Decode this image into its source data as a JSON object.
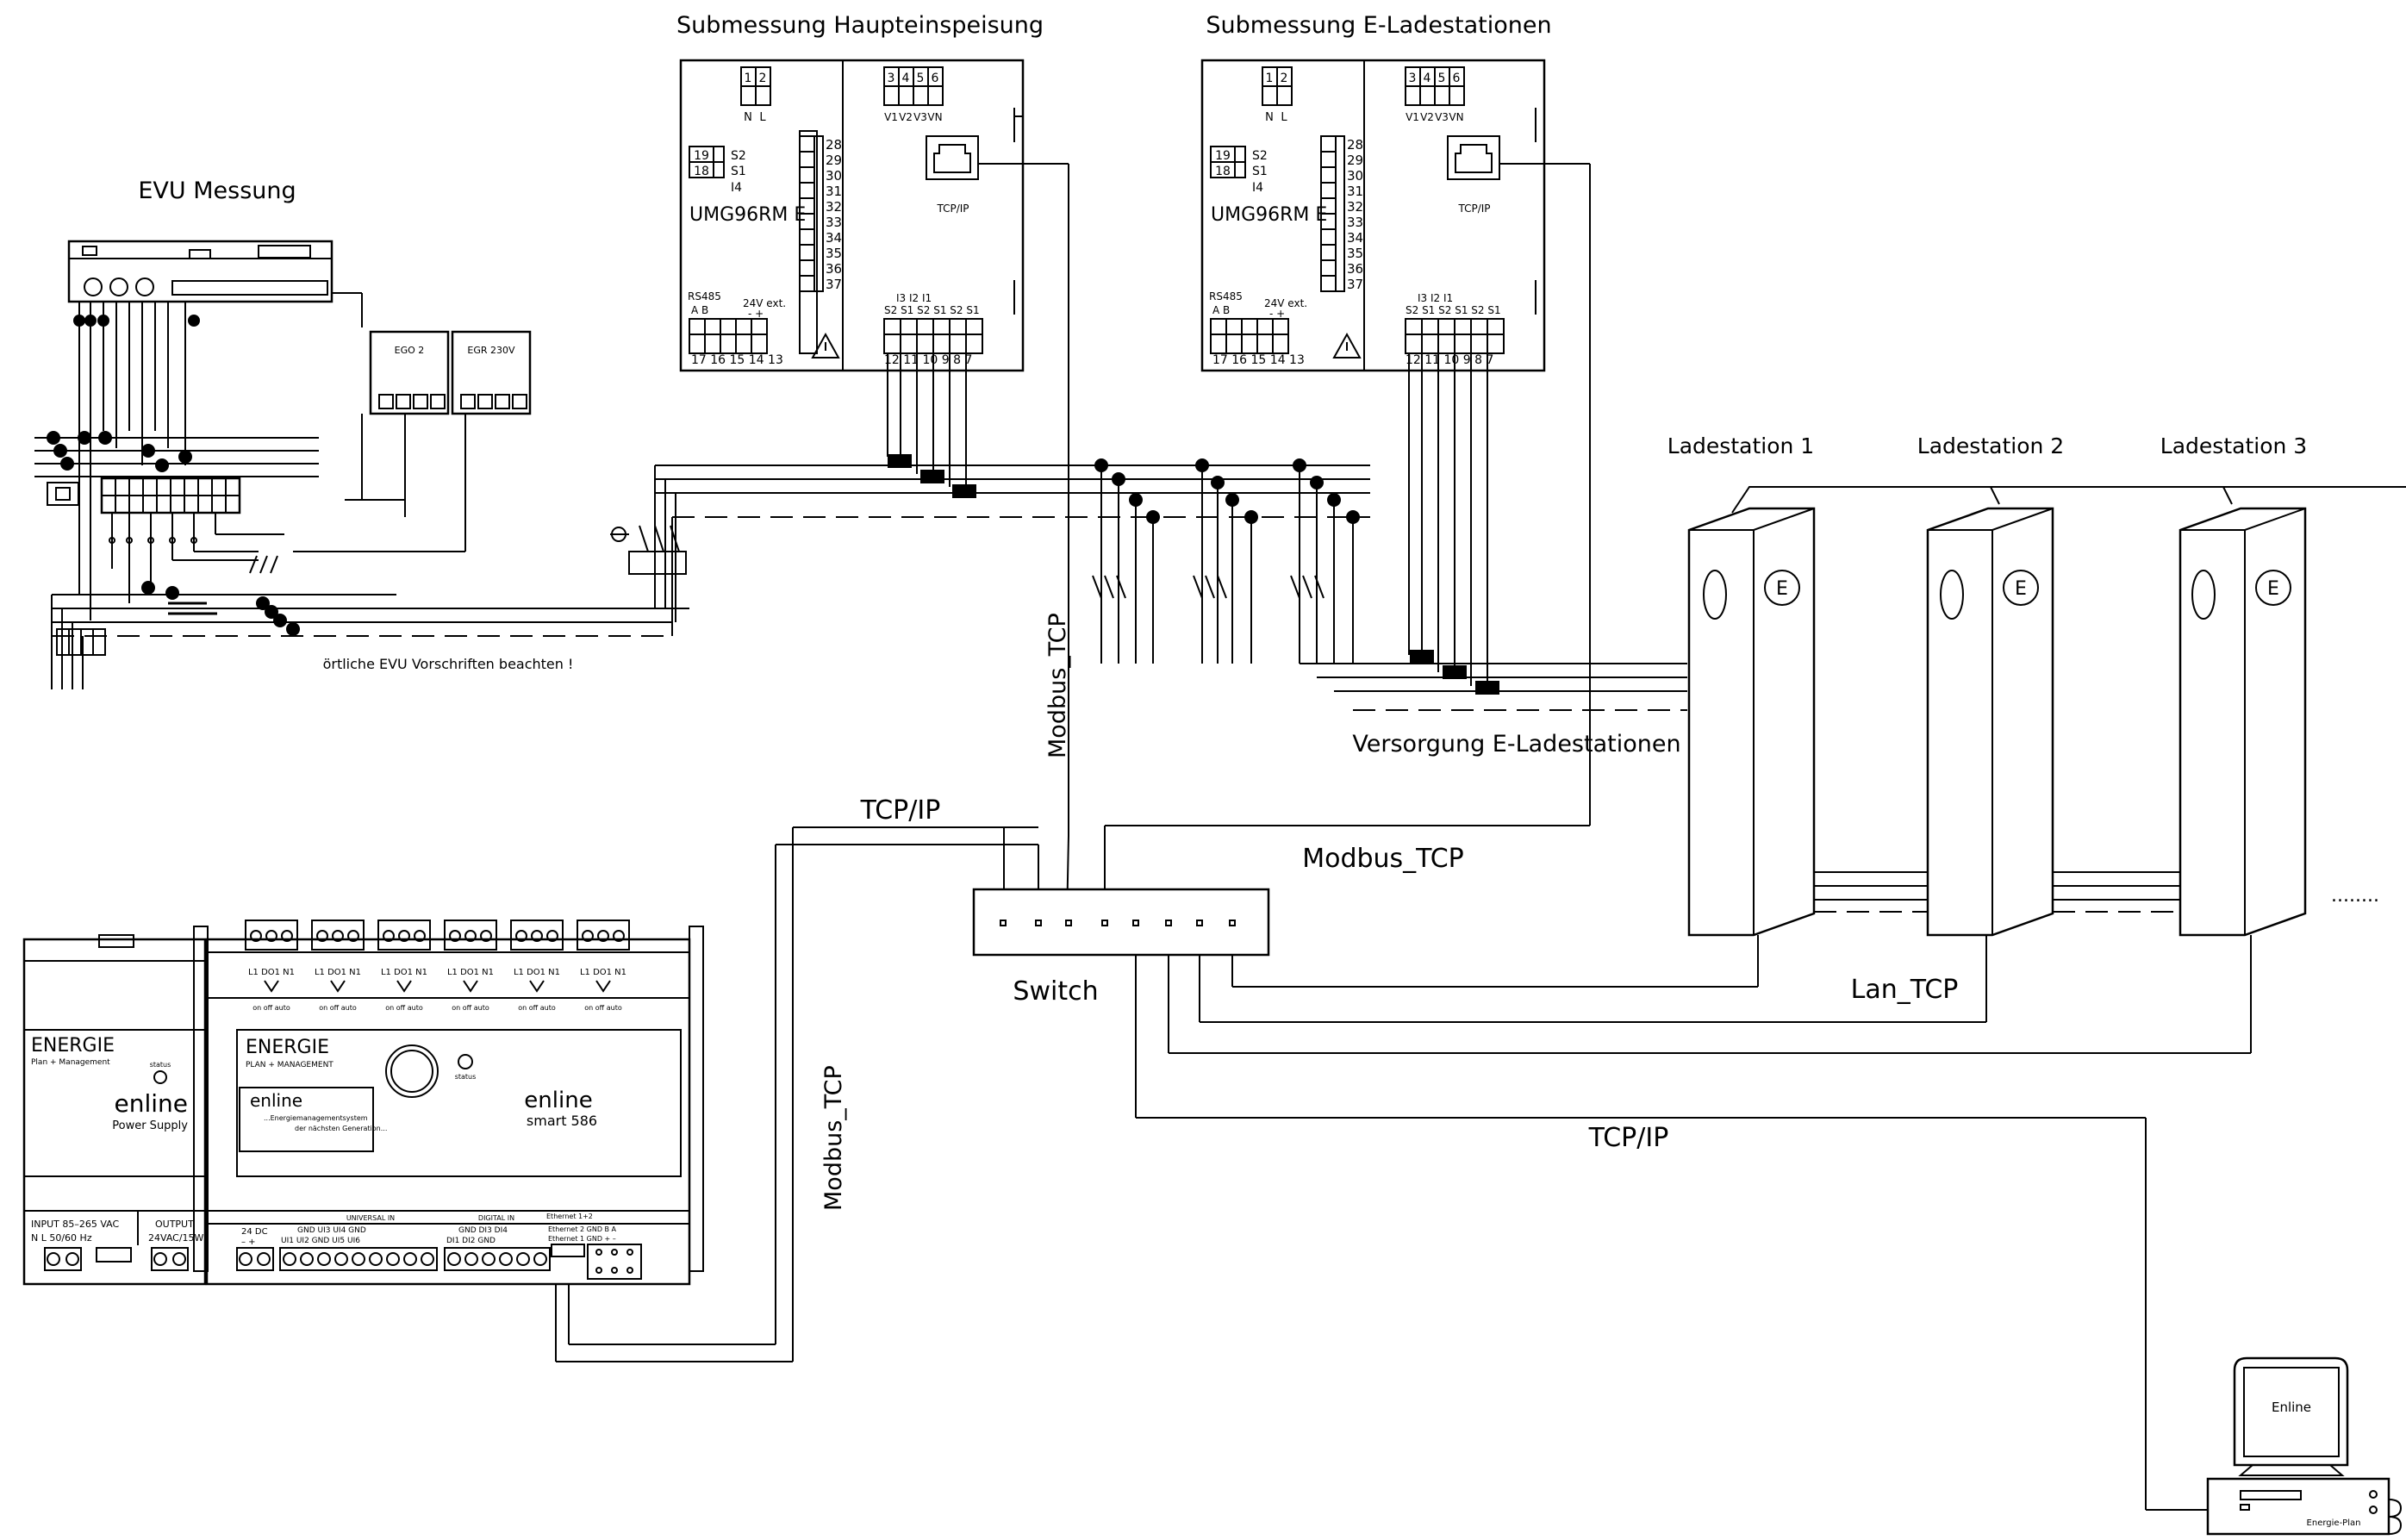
{
  "labels": {
    "evu": "EVU Messung",
    "evu_note": "örtliche EVU Vorschriften beachten !",
    "ego": "EGO 2",
    "egr": "EGR 230V",
    "sub_main": "Submessung Haupteinspeisung",
    "sub_ev": "Submessung E-Ladestationen",
    "versorgung": "Versorgung E-Ladestationen",
    "ellipsis": "........"
  },
  "meter": {
    "model": "UMG96RM E",
    "top_terms_left": [
      "1",
      "2"
    ],
    "top_terms_left_sub": [
      "N",
      "L"
    ],
    "top_terms_right": [
      "3",
      "4",
      "5",
      "6"
    ],
    "top_terms_right_sub": [
      "V1",
      "V2",
      "V3",
      "VN"
    ],
    "s2": "S2",
    "s1": "S1",
    "i4": "I4",
    "t19": "19",
    "t18": "18",
    "right_terms": [
      "28",
      "29",
      "30",
      "31",
      "32",
      "33",
      "34",
      "35",
      "36",
      "37"
    ],
    "tcpip": "TCP/IP",
    "rs485": "RS485",
    "rs485_sub": "A   B",
    "v24": "24V ext.",
    "v24_sub": "-  +",
    "bottom_left_terms": "17 16 15 14 13",
    "current_top": "I3     I2     I1",
    "current_sub": "S2 S1 S2 S1 S2 S1",
    "bottom_right_terms": "12 11 10  9  8  7"
  },
  "stations": [
    "Ladestation 1",
    "Ladestation 2",
    "Ladestation 3"
  ],
  "station_letter": "E",
  "network": {
    "modbus_tcp": "Modbus_TCP",
    "tcp_ip": "TCP/IP",
    "switch": "Switch",
    "lan_tcp": "Lan_TCP"
  },
  "power_supply": {
    "brand": "ENERGIE",
    "brand_sub": "Plan + Management",
    "status": "status",
    "name": "enline",
    "desc": "Power Supply",
    "input": "INPUT 85–265 VAC",
    "input_sub": "N   L    50/60 Hz",
    "output": "OUTPUT",
    "output_sub": "24VAC/15W"
  },
  "controller": {
    "brand": "ENERGIE",
    "brand_sub": "PLAN + MANAGEMENT",
    "inner_name": "enline",
    "inner_line1": "...Energiemanagementsystem",
    "inner_line2": "der nächsten Generation...",
    "name": "enline",
    "model": "smart 586",
    "status": "status",
    "relay_label": "L1 DO1 N1",
    "relay_modes": "on off auto",
    "bottom_24dc": "24 DC",
    "bottom_24dc_sub": "–   +",
    "universal_in": "UNIVERSAL IN",
    "ui_row1": "GND  UI3   UI4   GND",
    "ui_row2": "UI1  UI2  GND   UI5   UI6",
    "digital_in": "DIGITAL IN",
    "di_row1": "GND  DI3  DI4",
    "di_row2": "DI1   DI2  GND",
    "ethernet": "Ethernet 1+2",
    "eth_row1": "Ethernet 2  GND  B    A",
    "eth_row2": "Ethernet 1  GND  +    –"
  },
  "pc": {
    "screen": "Enline",
    "base": "Energie-Plan"
  }
}
